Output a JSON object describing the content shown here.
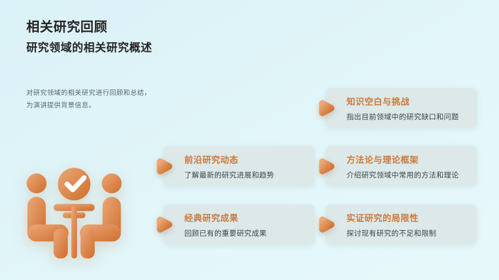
{
  "slide": {
    "title": "相关研究回顾",
    "subtitle": "研究领域的相关研究概述",
    "intro": {
      "line1": "对研究领域的相关研究进行回顾和总结，",
      "line2": "为演讲提供背景信息。"
    },
    "illustration": "meeting-with-checkmark",
    "colors": {
      "accent": "#cf6e2c",
      "accent_light": "#eba878",
      "card_title": "#cc7a3a",
      "card_bg": "#dde8e9",
      "page_bg": "#e2f6f9",
      "heading_text": "#242424",
      "intro_text": "#54646a",
      "desc_text": "#3c464b"
    },
    "cards": [
      {
        "title": "知识空白与挑战",
        "desc": "指出目前领域中的研究缺口和问题"
      },
      {
        "title": "前沿研究动态",
        "desc": "了解最新的研究进展和趋势"
      },
      {
        "title": "方法论与理论框架",
        "desc": "介绍研究领域中常用的方法和理论"
      },
      {
        "title": "经典研究成果",
        "desc": "回顾已有的重要研究成果"
      },
      {
        "title": "实证研究的局限性",
        "desc": "探讨现有研究的不足和限制"
      }
    ]
  }
}
